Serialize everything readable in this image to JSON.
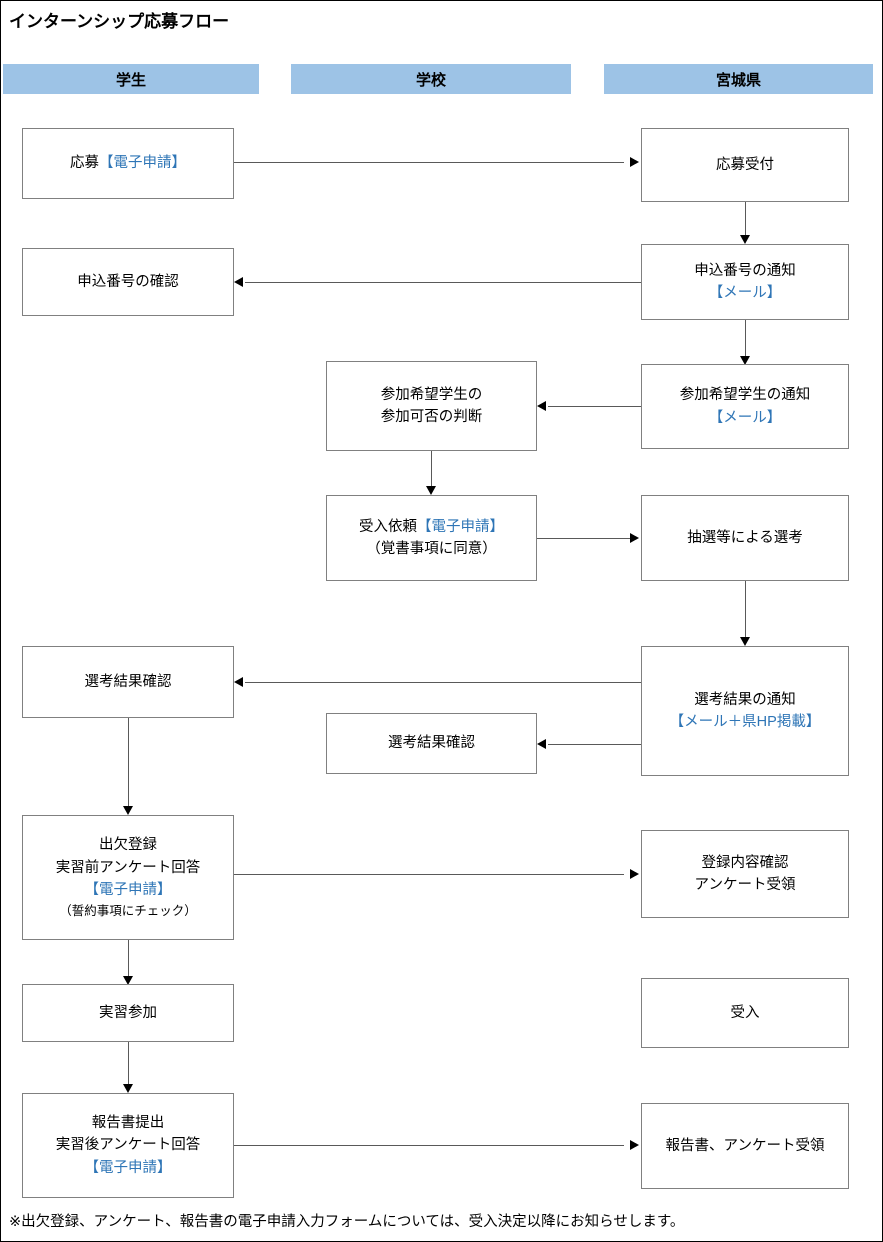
{
  "title": "インターンシップ応募フロー",
  "colors": {
    "header_background": "#9dc3e6",
    "node_border": "#808080",
    "connector": "#595959",
    "accent_blue": "#2e75b6",
    "text": "#000000"
  },
  "columns": [
    {
      "id": "student",
      "label": "学生"
    },
    {
      "id": "school",
      "label": "学校"
    },
    {
      "id": "prefecture",
      "label": "宮城県"
    }
  ],
  "nodes": {
    "apply": {
      "line1": "応募",
      "line1_blue": "【電子申請】"
    },
    "receive_application": {
      "line1": "応募受付"
    },
    "notify_number": {
      "line1": "申込番号の通知",
      "line2_blue": "【メール】"
    },
    "check_number": {
      "line1": "申込番号の確認"
    },
    "notify_students": {
      "line1": "参加希望学生の通知",
      "line2_blue": "【メール】"
    },
    "judge_participation": {
      "line1": "参加希望学生の",
      "line2": "参加可否の判断"
    },
    "acceptance_request": {
      "line1": "受入依頼",
      "line1_blue": "【電子申請】",
      "line2": "（覚書事項に同意）"
    },
    "lottery_selection": {
      "line1": "抽選等による選考"
    },
    "notify_result": {
      "line1": "選考結果の通知",
      "line2_blue": "【メール＋県HP掲載】"
    },
    "check_result_student": {
      "line1": "選考結果確認"
    },
    "check_result_school": {
      "line1": "選考結果確認"
    },
    "attendance_register": {
      "line1": "出欠登録",
      "line2": "実習前アンケート回答",
      "line3_blue": "【電子申請】",
      "line4_small": "（誓約事項にチェック）"
    },
    "confirm_registration": {
      "line1": "登録内容確認",
      "line2": "アンケート受領"
    },
    "join_training": {
      "line1": "実習参加"
    },
    "accept_training": {
      "line1": "受入"
    },
    "submit_report": {
      "line1": "報告書提出",
      "line2": "実習後アンケート回答",
      "line3_blue": "【電子申請】"
    },
    "receive_report": {
      "line1": "報告書、アンケート受領"
    }
  },
  "footnote": "※出欠登録、アンケート、報告書の電子申請入力フォームについては、受入決定以降にお知らせします。"
}
